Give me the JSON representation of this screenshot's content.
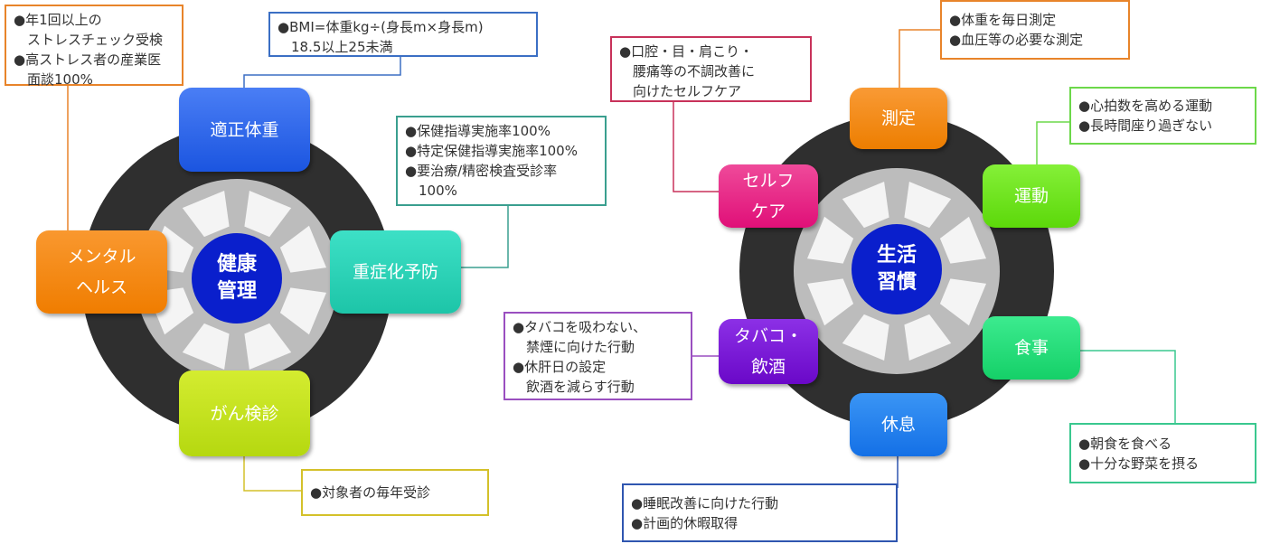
{
  "left_wheel": {
    "hub": "健康\n管理",
    "tiles": [
      {
        "label": "適正体重",
        "color": "#2f6bf0"
      },
      {
        "label": "メンタル\nヘルス",
        "color": "#f7861c"
      },
      {
        "label": "重症化予防",
        "color": "#2cd3b8"
      },
      {
        "label": "がん検診",
        "color": "#c6e41a"
      }
    ],
    "callouts": [
      {
        "text": "●年1回以上の\n　ストレスチェック受検\n●高ストレス者の産業医\n　面談100%",
        "color": "#e8842a"
      },
      {
        "text": "●BMI=体重kg÷(身長m×身長m)\n　18.5以上25未満",
        "color": "#3b6fc4"
      },
      {
        "text": "●保健指導実施率100%\n●特定保健指導実施率100%\n●要治療/精密検査受診率\n　100%",
        "color": "#3a9f8f"
      },
      {
        "text": "●対象者の毎年受診",
        "color": "#d4c12a"
      }
    ]
  },
  "right_wheel": {
    "hub": "生活\n習慣",
    "tiles": [
      {
        "label": "測定",
        "color": "#f5870f"
      },
      {
        "label": "セルフ\nケア",
        "color": "#e8197f"
      },
      {
        "label": "運動",
        "color": "#6de81a"
      },
      {
        "label": "タバコ・\n飲酒",
        "color": "#7a12d8"
      },
      {
        "label": "食事",
        "color": "#22e07a"
      },
      {
        "label": "休息",
        "color": "#1e82f0"
      }
    ],
    "callouts": [
      {
        "text": "●体重を毎日測定\n●血圧等の必要な測定",
        "color": "#e8842a"
      },
      {
        "text": "●口腔・目・肩こり・\n　腰痛等の不調改善に\n　向けたセルフケア",
        "color": "#c8325a"
      },
      {
        "text": "●心拍数を高める運動\n●長時間座り過ぎない",
        "color": "#6cd84a"
      },
      {
        "text": "●タバコを吸わない、\n　禁煙に向けた行動\n●休肝日の設定\n　飲酒を減らす行動",
        "color": "#9a4fc0"
      },
      {
        "text": "●朝食を食べる\n●十分な野菜を摂る",
        "color": "#3ac88f"
      },
      {
        "text": "●睡眠改善に向けた行動\n●計画的休暇取得",
        "color": "#2f56b0"
      }
    ]
  }
}
